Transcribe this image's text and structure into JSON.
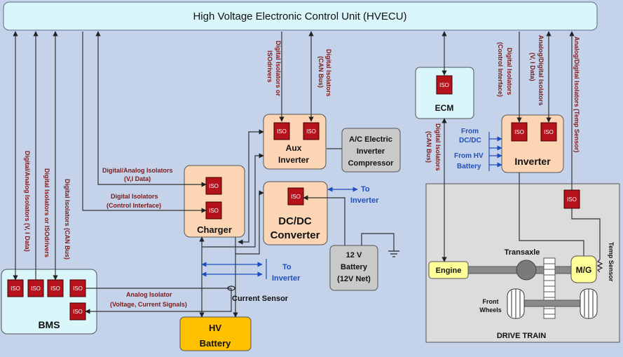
{
  "hvecu": {
    "title": "High Voltage Electronic Control Unit (HVECU)"
  },
  "iso_label": "ISO",
  "bms": {
    "title": "BMS"
  },
  "charger": {
    "title": "Charger"
  },
  "aux_inverter": {
    "line1": "Aux",
    "line2": "Inverter"
  },
  "dcdc": {
    "line1": "DC/DC",
    "line2": "Converter"
  },
  "ac": {
    "line1": "A/C Electric",
    "line2": "Inverter",
    "line3": "Compressor"
  },
  "battery12": {
    "line1": "12 V",
    "line2": "Battery",
    "line3": "(12V Net)"
  },
  "hv_battery": {
    "line1": "HV",
    "line2": "Battery"
  },
  "ecm": {
    "title": "ECM"
  },
  "inverter": {
    "title": "Inverter"
  },
  "drive_train": {
    "title": "DRIVE TRAIN",
    "engine": "Engine",
    "transaxle": "Transaxle",
    "mg": "M/G",
    "front_wheels_1": "Front",
    "front_wheels_2": "Wheels",
    "temp_sensor": "Temp Sensor"
  },
  "labels": {
    "bms_v1": "Digital/Analog Isolators (V, I Data)",
    "bms_v2": "Digital Isolators or ISOdrivers",
    "bms_v3": "Digital Isolators (CAN Bus)",
    "charger_h1a": "Digital/Analog Isolators",
    "charger_h1b": "(V,I Data)",
    "charger_h2a": "Digital Isolators",
    "charger_h2b": "(Control Interface)",
    "aux_v1a": "Digital Isolators or",
    "aux_v1b": "ISOdrivers",
    "aux_v2a": "Digital Isolators",
    "aux_v2b": "(CAN Bus)",
    "to_inverter": "To",
    "to_inverter_2": "Inverter",
    "analog_iso_a": "Analog Isolator",
    "analog_iso_b": "(Voltage, Current  Signals)",
    "current_sensor": "Current Sensor",
    "ecm_va": "Digital Isolators",
    "ecm_vb": "(CAN Bus)",
    "inv_v1a": "Digital Isolators",
    "inv_v1b": "(Control Interface)",
    "inv_v2a": "Analog/Digital Isolators",
    "inv_v2b": "(V, I Data)",
    "inv_v3": "Analog/Digital Isolators (Temp Sensor)",
    "from_dcdc_a": "From",
    "from_dcdc_b": "DC/DC",
    "from_hv_a": "From HV",
    "from_hv_b": "Battery"
  },
  "colors": {
    "background": "#c5d3ea",
    "cyan_box": "#d9f6fb",
    "orange_box": "#fcd5b4",
    "gray_box": "#c9c9c9",
    "iso_red": "#b5121b",
    "hv_battery": "#ffc000",
    "label_red": "#7a1a1a",
    "blue_text": "#1f4fbf",
    "engine_yellow": "#ffff99"
  }
}
